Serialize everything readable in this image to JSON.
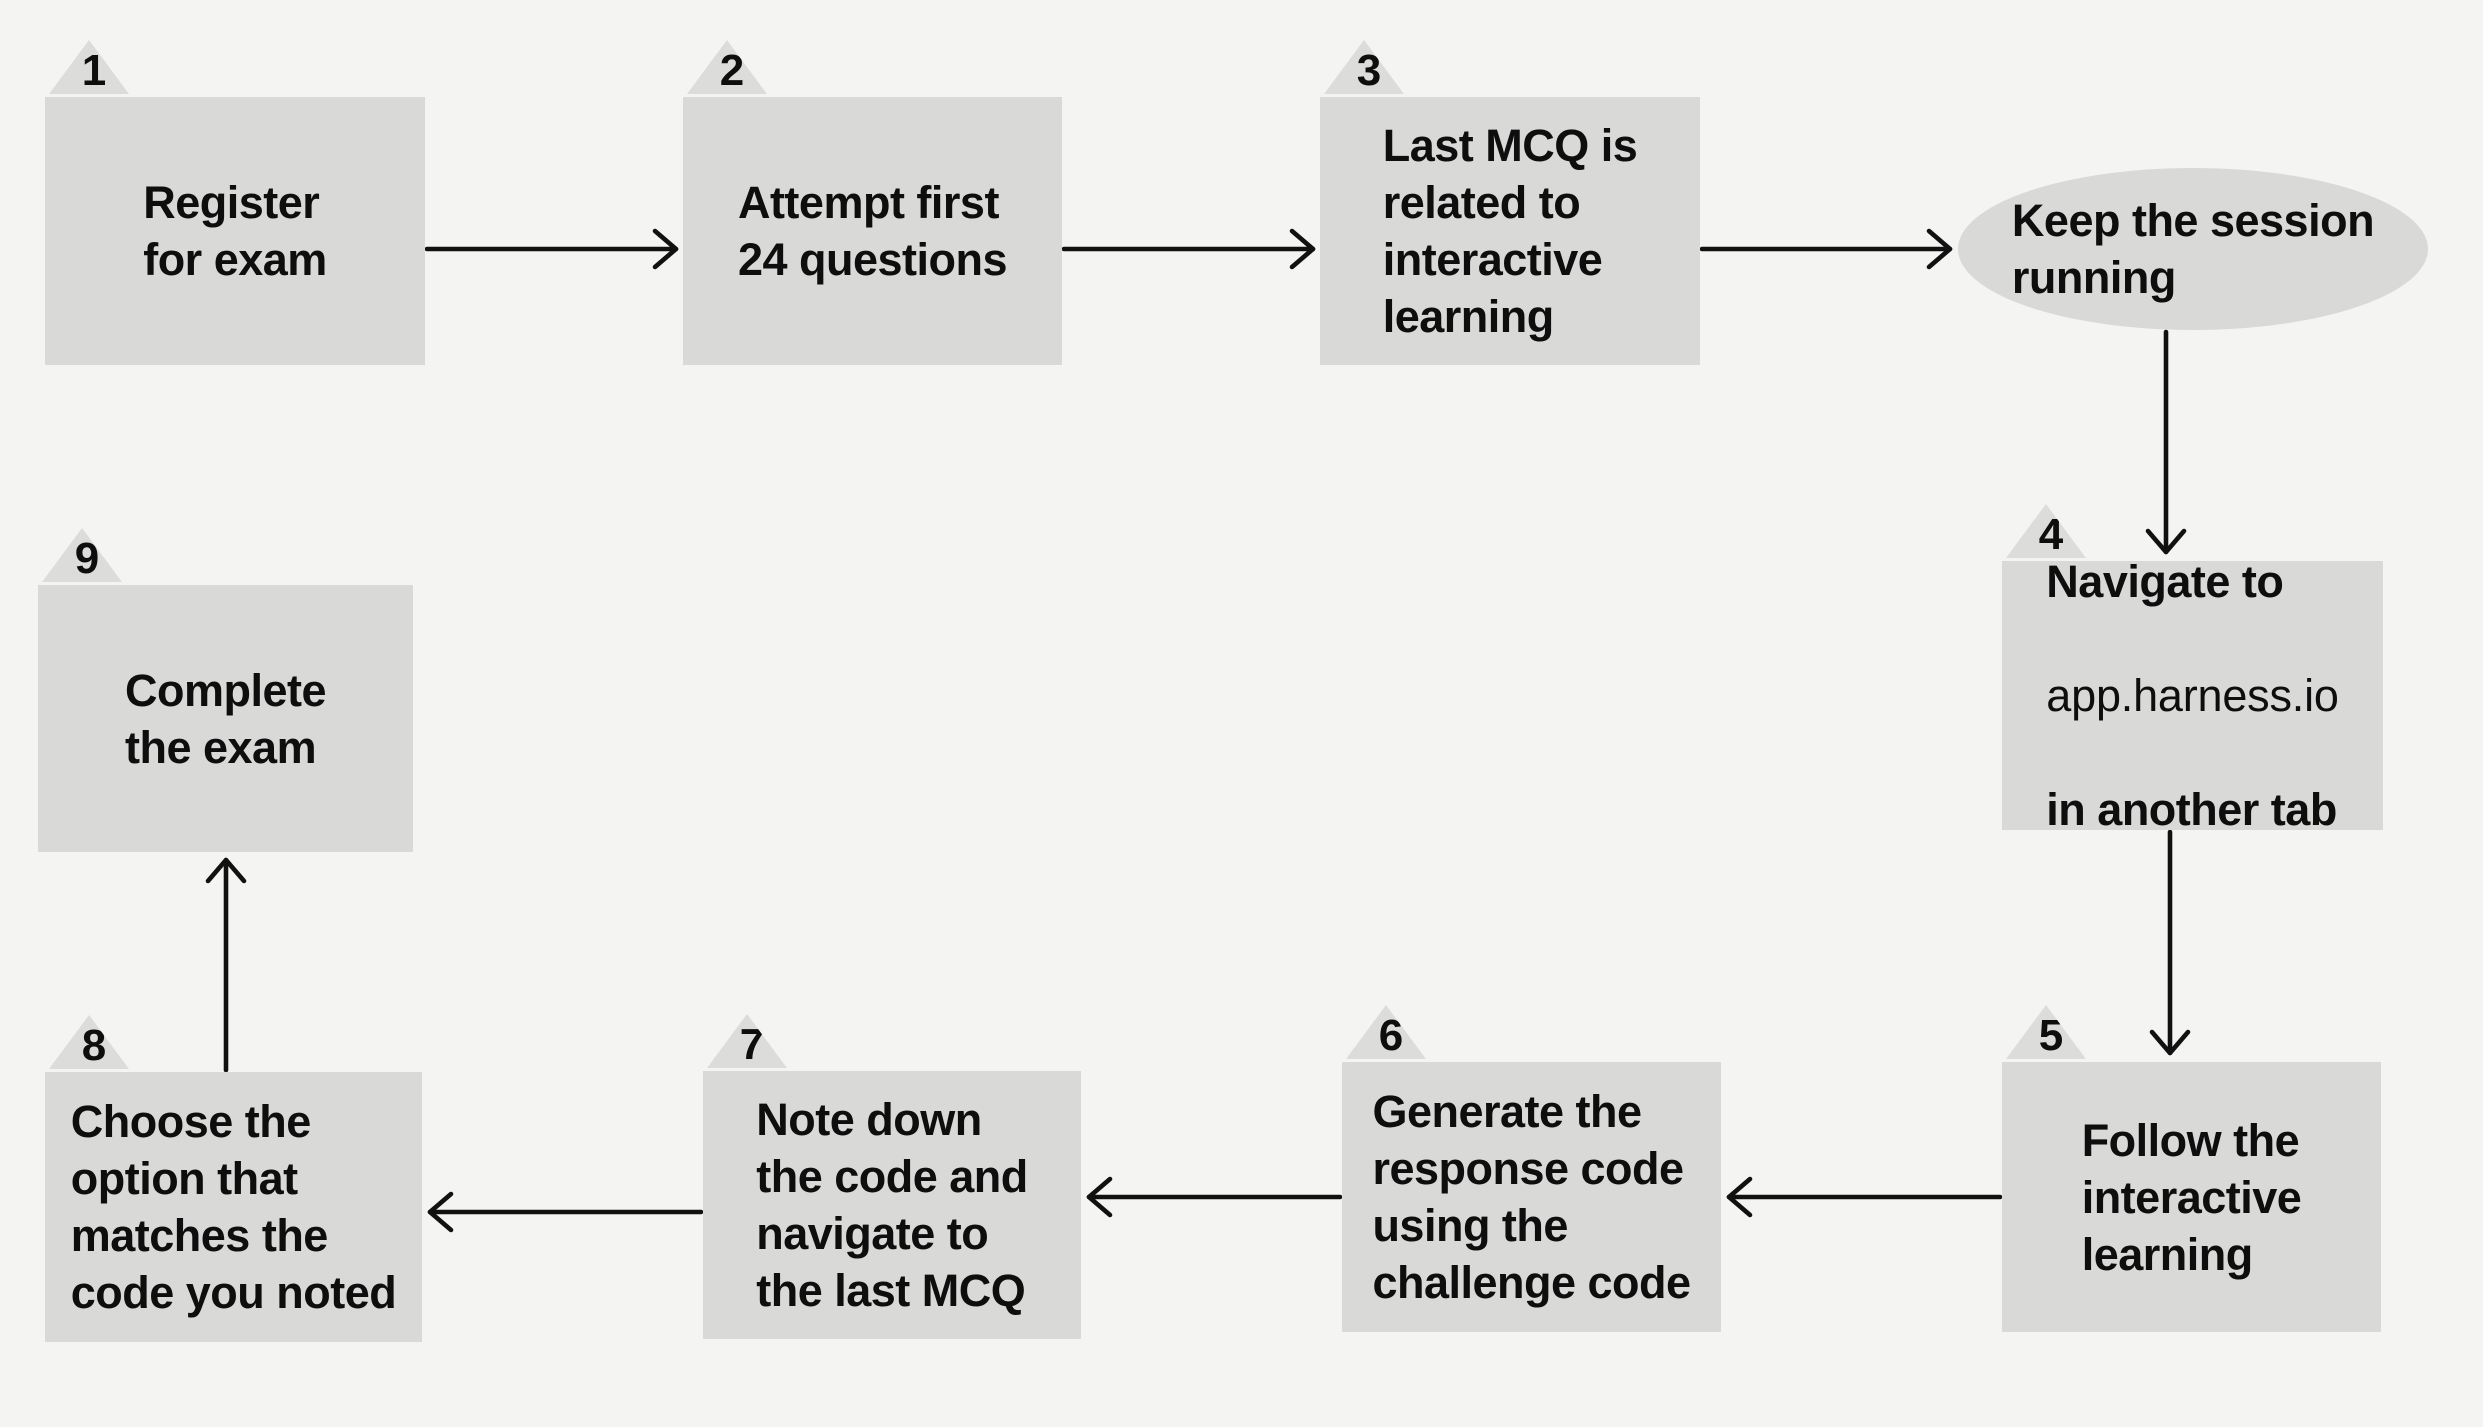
{
  "flowchart": {
    "colors": {
      "bg": "#f4f4f3",
      "node": "#d9d9d8",
      "badge": "#dcdcdb",
      "text": "#0e0e0e",
      "arrow": "#111111"
    },
    "steps": [
      {
        "number": "1",
        "lines": [
          "Register",
          "for exam"
        ]
      },
      {
        "number": "2",
        "lines": [
          "Attempt first",
          "24 questions"
        ]
      },
      {
        "number": "3",
        "lines": [
          "Last MCQ is",
          "related to",
          "interactive",
          "learning"
        ]
      },
      {
        "number": "4",
        "lines": [
          "Navigate to",
          "app.harness.io",
          "in another tab"
        ]
      },
      {
        "number": "5",
        "lines": [
          "Follow the",
          "interactive",
          "learning"
        ]
      },
      {
        "number": "6",
        "lines": [
          "Generate the",
          "response code",
          "using the",
          "challenge code"
        ]
      },
      {
        "number": "7",
        "lines": [
          "Note down",
          "the code and",
          "navigate to",
          "the last MCQ"
        ]
      },
      {
        "number": "8",
        "lines": [
          "Choose the",
          "option that",
          "matches the",
          "code you noted"
        ]
      },
      {
        "number": "9",
        "lines": [
          "Complete",
          "the exam"
        ]
      }
    ],
    "session_note": {
      "lines": [
        "Keep the session",
        "running"
      ]
    }
  }
}
